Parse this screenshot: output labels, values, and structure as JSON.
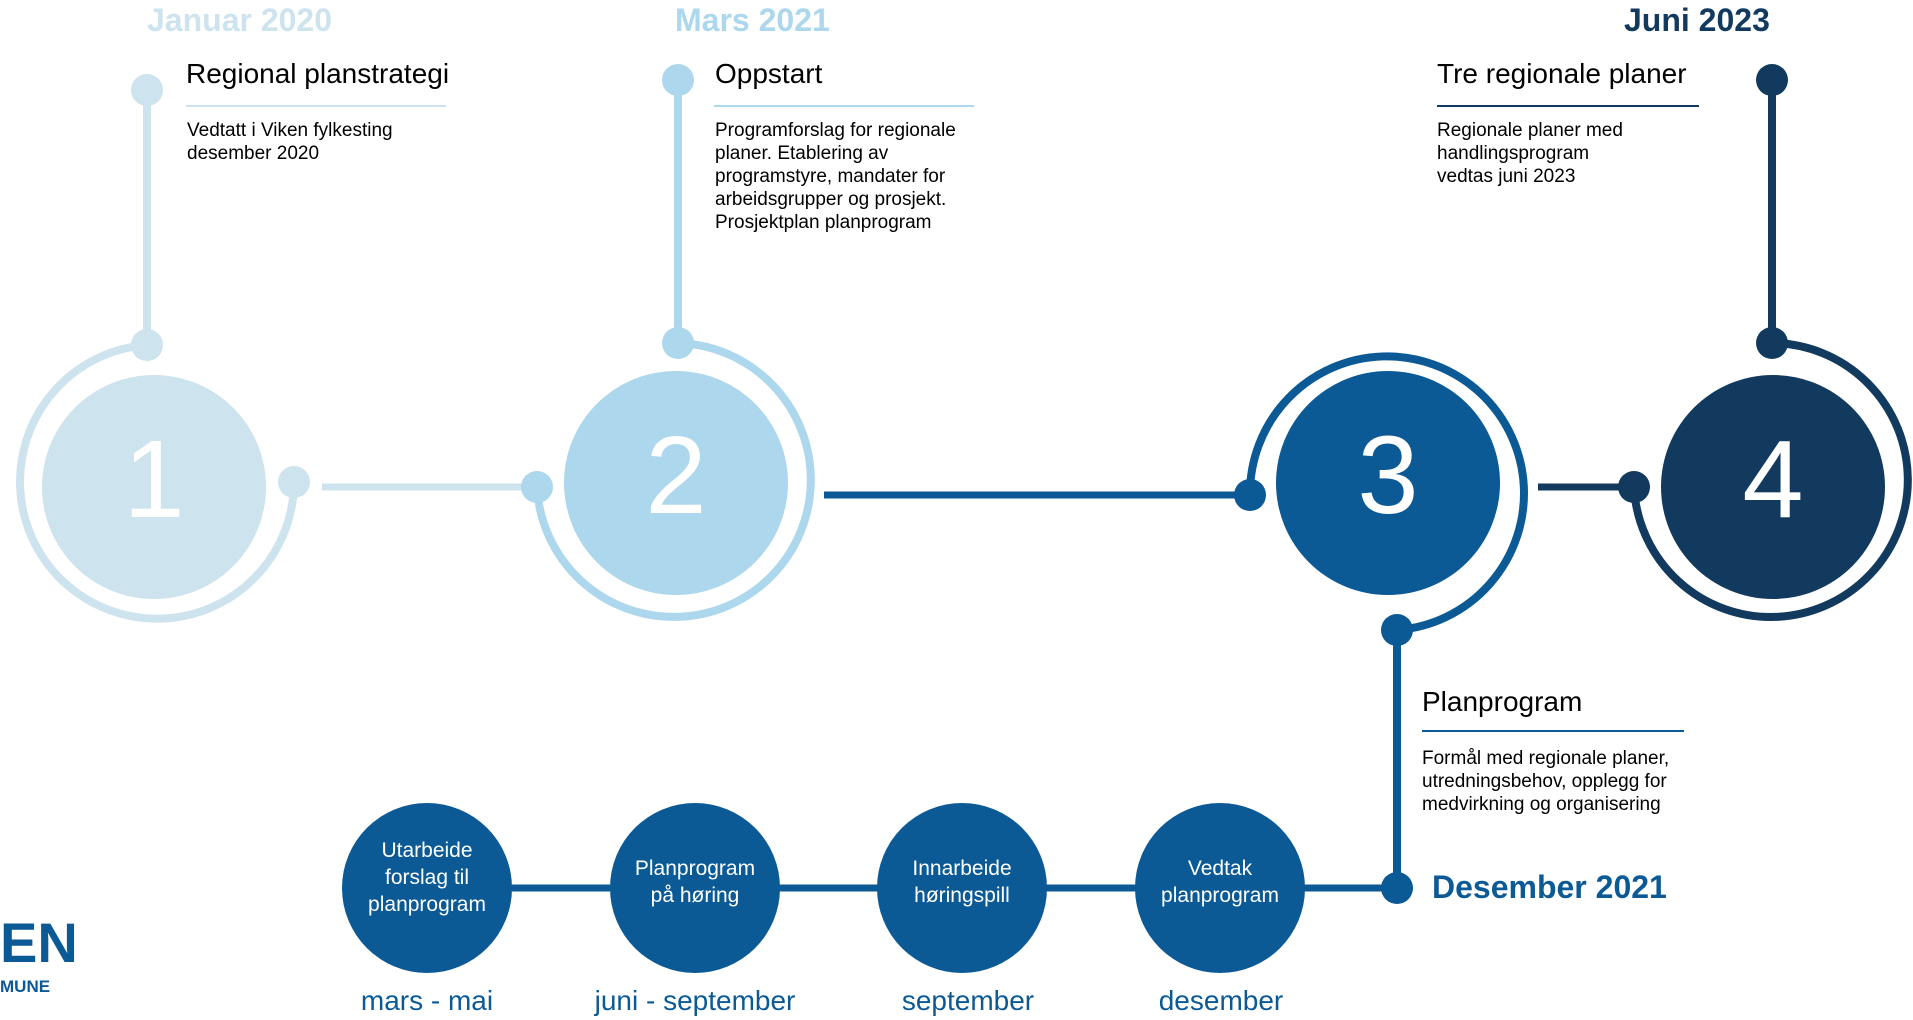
{
  "colors": {
    "stage1": "#cde3ee",
    "stage2": "#acd7ec",
    "stage3": "#0b5a96",
    "stage4": "#123a5e",
    "accent": "#0b5a96",
    "text": "#000000"
  },
  "milestones": [
    {
      "number": "1",
      "date": "Januar 2020",
      "heading": "Regional planstrategi",
      "description": "Vedtatt i Viken fylkesting\ndesember 2020"
    },
    {
      "number": "2",
      "date": "Mars 2021",
      "heading": "Oppstart",
      "description": "Programforslag for regionale\nplaner. Etablering av\nprogramstyre, mandater for\narbeidsgrupper og prosjekt.\nProsjektplan planprogram"
    },
    {
      "number": "3",
      "date": "Desember 2021",
      "heading": "Planprogram",
      "description": "Formål med regionale planer,\nutredningsbehov, opplegg for\nmedvirkning og organisering"
    },
    {
      "number": "4",
      "date": "Juni 2023",
      "heading": "Tre regionale planer",
      "description": "Regionale planer med\nhandlingsprogram\nvedtas juni 2023"
    }
  ],
  "substeps": [
    {
      "label": "Utarbeide\nforslag til\nplanprogram",
      "period": "mars - mai"
    },
    {
      "label": "Planprogram\npå høring",
      "period": "juni - september"
    },
    {
      "label": "Innarbeide\nhøringspill",
      "period": "september"
    },
    {
      "label": "Vedtak\nplanprogram",
      "period": "desember"
    }
  ],
  "logo": {
    "main": "EN",
    "sub": "MUNE"
  }
}
